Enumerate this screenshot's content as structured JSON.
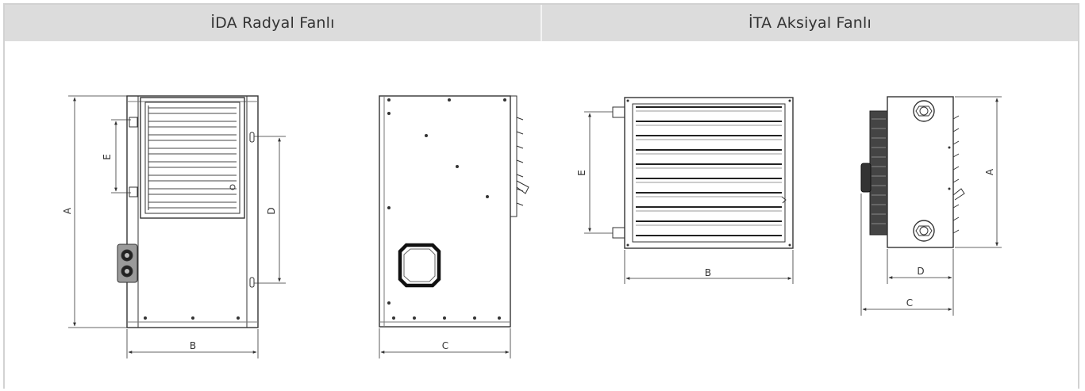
{
  "header": {
    "left_title": "İDA Radyal Fanlı",
    "right_title": "İTA Aksiyal Fanlı"
  },
  "ida": {
    "front": {
      "dim_a": "A",
      "dim_b": "B",
      "dim_d": "D",
      "dim_e": "E"
    },
    "side": {
      "dim_c": "C"
    }
  },
  "ita": {
    "front": {
      "dim_b": "B",
      "dim_e": "E"
    },
    "side": {
      "dim_a": "A",
      "dim_c": "C",
      "dim_d": "D"
    }
  },
  "colors": {
    "header_bg": "#dcdcdc",
    "line": "#333333",
    "border": "#d2d2d2"
  }
}
